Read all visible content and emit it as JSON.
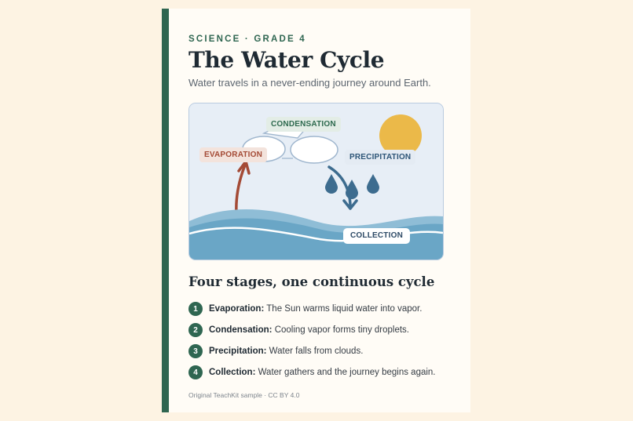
{
  "header": {
    "eyebrow": "SCIENCE · GRADE 4",
    "title": "The Water Cycle",
    "subtitle": "Water travels in a never-ending journey around Earth."
  },
  "diagram": {
    "labels": {
      "condensation": "CONDENSATION",
      "evaporation": "EVAPORATION",
      "precipitation": "PRECIPITATION",
      "collection": "COLLECTION"
    },
    "icons": [
      "sun-icon",
      "cloud-icon",
      "raindrop-icon",
      "evaporation-arrow-icon",
      "precipitation-arrow-icon",
      "wave-icon"
    ],
    "colors": {
      "sky": "#e7eef6",
      "sun": "#ebb949",
      "cloud_fill": "#ffffff",
      "cloud_stroke": "#9fb6ce",
      "drop": "#3d6c8f",
      "evaporation_arrow": "#a44a35",
      "water_back": "#8fbdd6",
      "water_front": "#6aa6c6"
    }
  },
  "section": {
    "heading": "Four stages, one continuous cycle",
    "stages": [
      {
        "number": "1",
        "name": "Evaporation:",
        "text": " The Sun warms liquid water into vapor."
      },
      {
        "number": "2",
        "name": "Condensation:",
        "text": " Cooling vapor forms tiny droplets."
      },
      {
        "number": "3",
        "name": "Precipitation:",
        "text": " Water falls from clouds."
      },
      {
        "number": "4",
        "name": "Collection:",
        "text": " Water gathers and the journey begins again."
      }
    ]
  },
  "footer": {
    "text": "Original TeachKit sample · CC BY 4.0"
  },
  "colors": {
    "accent": "#2f6651",
    "page_background": "#fdf3e3",
    "card_background": "#fffcf6"
  }
}
